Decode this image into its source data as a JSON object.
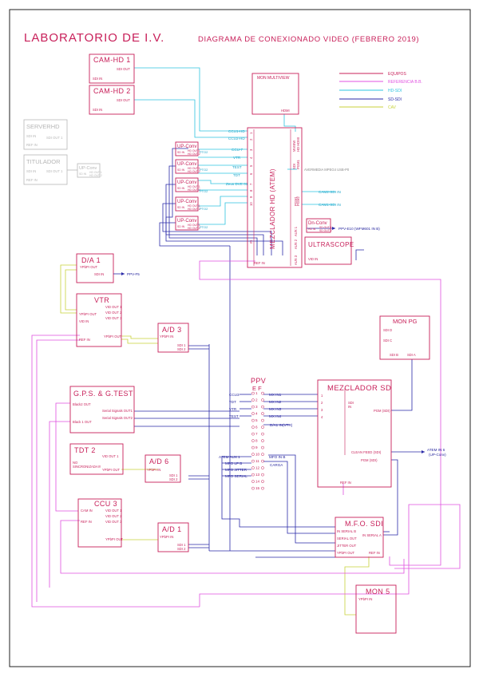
{
  "header": {
    "lab": "LABORATORIO DE I.V.",
    "title": "DIAGRAMA DE CONEXIONADO VIDEO (FEBRERO 2019)"
  },
  "legend": [
    {
      "label": "EQUIPOS",
      "color": "#c8205a"
    },
    {
      "label": "REFERENCIA B.B.",
      "color": "#e050e0"
    },
    {
      "label": "HD-SDI",
      "color": "#2ec4e0"
    },
    {
      "label": "SD-SDI",
      "color": "#2a2aa8"
    },
    {
      "label": "CAV",
      "color": "#c8d23a"
    }
  ],
  "colors": {
    "equipos": "#c8205a",
    "ref": "#e050e0",
    "hd": "#2ec4e0",
    "sd": "#2a2aa8",
    "cav": "#c8d23a",
    "disabled": "#b6b6b6"
  },
  "devices": {
    "cam1": {
      "name": "CAM-HD 1",
      "out": "SDI OUT",
      "in": "SDI IN"
    },
    "cam2": {
      "name": "CAM-HD 2",
      "out": "SDI OUT",
      "in": "SDI IN"
    },
    "mon_mv": {
      "name": "MON MULTIVIEW",
      "port": "HDMI"
    },
    "serverhd": {
      "name": "SERVERHD",
      "p1": "SDI IN",
      "p2": "SDI OUT 1",
      "p3": "REF IN"
    },
    "titulador": {
      "name": "TITULADOR",
      "p1": "SDI IN",
      "p2": "SDI OUT 1",
      "p3": "REF IN"
    },
    "upconv_t": {
      "name": "UP-Conv",
      "in": "SD IN",
      "out1": "HD OUT 1",
      "out2": "HD OUT 2"
    },
    "upconvs": [
      {
        "name": "UP-Conv",
        "in": "SD IN",
        "out1": "HD OUT 1",
        "out2": "HD OUT 2",
        "tag": "PTO2"
      },
      {
        "name": "UP-Conv",
        "in": "SD IN",
        "out1": "HD OUT 1",
        "out2": "HD OUT 2",
        "tag": "PTO2"
      },
      {
        "name": "UP-Conv",
        "in": "SD IN",
        "out1": "HD OUT 1",
        "out2": "HD OUT 2",
        "tag": "PTO2"
      },
      {
        "name": "UP-Conv",
        "in": "SD IN",
        "out1": "HD OUT 1",
        "out2": "HD OUT 2",
        "tag": "PTO2"
      },
      {
        "name": "UP-Conv",
        "in": "SD IN",
        "out1": "HD OUT 1",
        "out2": "HD OUT 2",
        "tag": "PTO2"
      }
    ],
    "atem": {
      "name": "MEZCLADOR HD (ATEM)",
      "inputs": [
        "CCU1-HD",
        "CCU2-HD",
        "CCU-7",
        "VTR",
        "TEST",
        "TDT",
        "Zeus DVE 01"
      ],
      "input_nums": [
        "1",
        "2",
        "3",
        "4",
        "5",
        "6",
        "7",
        "8",
        "9",
        "10"
      ],
      "mview": "MVIEW",
      "hdmi": "HD HDMI",
      "sdi": "SDI",
      "av": "AVERMEDIA MPEG4 USB-P0",
      "pgm": "PGM1",
      "pgm2": "PGM2",
      "out_cam2": "CAM2-SDI IN",
      "out_cam1": "CAM1-SDI IN",
      "aux1": "AUX 1",
      "aux2": "AUX 2",
      "aux3": "AUX 3",
      "in": "IN",
      "ref": "REF IN"
    },
    "dnconv": {
      "name": "Dn-Conv",
      "in": "HD IN",
      "out1": "SD OUT 1",
      "out2": "SD OUT 2",
      "dest": "PPV-E10 (WFM601 IN B)"
    },
    "ultrascope": {
      "name": "ULTRASCOPE",
      "port": "VID IN"
    },
    "da1": {
      "name": "D/A 1",
      "p1": "YPbPr OUT",
      "p2": "SDI IN",
      "dest": "PPV-F5"
    },
    "vtr": {
      "name": "VTR",
      "o1": "VID OUT 1",
      "o2": "VID OUT 2",
      "o3": "VID OUT 3",
      "ypbpr": "YPbPr OUT",
      "vidin": "VID IN",
      "ypbpr2": "YPbPr OUT",
      "ref": "REF IN"
    },
    "ad3": {
      "name": "A/D 3",
      "p1": "YPbPr IN",
      "p2": "SDI 1",
      "p3": "SDI 2"
    },
    "mon_pg": {
      "name": "MON PG",
      "p1": "SDI D",
      "p2": "SDI C",
      "p3": "SDI B",
      "p4": "SDI A"
    },
    "gps": {
      "name": "G.P.S. & G.TEST",
      "p1": "Black2 OUT",
      "p2": "Black 1 OUT",
      "s1": "Serial Signals OUT1",
      "s2": "Serial Signals OUT2"
    },
    "tdt2": {
      "name": "TDT 2",
      "o1": "VID OUT 1",
      "o2": "YPbPr OUT",
      "note1": "NO",
      "note2": "SINCRONIZADA!!!"
    },
    "ad6": {
      "name": "A/D 6",
      "p1": "YPbPr IN",
      "p2": "SDI 1",
      "p3": "SDI 2"
    },
    "ccu3": {
      "name": "CCU 3",
      "cam": "CAM IN",
      "ref": "REF IN",
      "o1": "VID OUT 1",
      "o2": "VID OUT 2",
      "o3": "VID OUT 3",
      "ypbpr": "YPbPr OUT"
    },
    "ad1": {
      "name": "A/D 1",
      "p1": "YPbPr IN",
      "p2": "SDI 1",
      "p3": "SDI 2"
    },
    "ppv": {
      "name1": "PPV",
      "name2": "E F",
      "left_labels": [
        "CCU3",
        "TDT",
        "VTR",
        "TEST"
      ],
      "right_labels": [
        "MX IN1",
        "MX IN2",
        "MX IN3",
        "MX IN4"
      ],
      "nums": [
        "1",
        "2",
        "3",
        "4",
        "5",
        "6",
        "7",
        "8",
        "9",
        "10",
        "11",
        "12",
        "13",
        "14",
        "15"
      ],
      "da_vtr": "D/A1 IN(VTR)",
      "left2": [
        "ATEM AUX 1",
        "MFO LP B",
        "MFO JITTER",
        "MFO SERIAL"
      ],
      "mfo_in_b": "MFO IN B",
      "carga": "CARGA"
    },
    "mezsd": {
      "name": "MEZCLADOR SD",
      "ins": [
        "1",
        "2",
        "3",
        "4"
      ],
      "sdi": "SDI",
      "sdiin": "IN",
      "pgm_sdi": "PGM (SDI)",
      "clean": "CLEAN FEED (SDI)",
      "pgm2": "PGM (SDI)",
      "ref": "REF IN",
      "atem6": "ATEM IN 6",
      "upconv": "(UP-Conv)"
    },
    "mfo": {
      "name": "M.F.O. SDI",
      "p1": "IN SERIAL B",
      "p2": "SERIAL OUT",
      "p3": "JITTER OUT",
      "p4": "YPbPr OUT",
      "p5": "IN SERIAL A",
      "ref": "REF IN"
    },
    "mon5": {
      "name": "MON 5",
      "port": "YPbPr IN"
    }
  }
}
